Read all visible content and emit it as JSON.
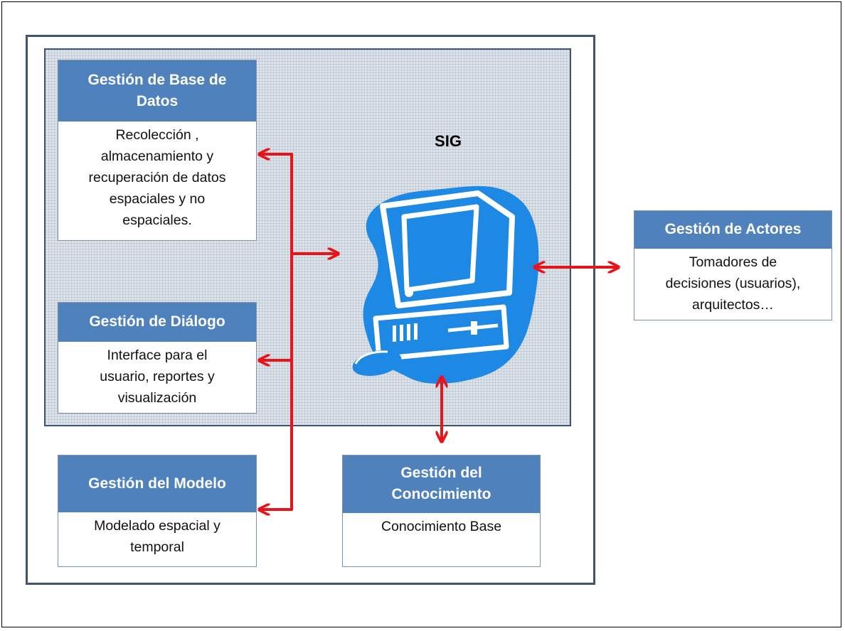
{
  "system": {
    "label": "SIG"
  },
  "components": {
    "database": {
      "title": "Gestión de Base de\nDatos",
      "description": "Recolección ,\nalmacenamiento y\nrecuperación de datos\nespaciales y no\nespaciales."
    },
    "dialog": {
      "title": "Gestión de  Diálogo",
      "description": "Interface para el\nusuario, reportes y\nvisualización"
    },
    "model": {
      "title": "Gestión del Modelo",
      "description": "Modelado espacial y\ntemporal"
    },
    "knowledge": {
      "title": "Gestión del\nConocimiento",
      "description": "Conocimiento Base"
    },
    "actors": {
      "title": "Gestión de  Actores",
      "description": "Tomadores de\ndecisiones (usuarios),\narquitectos…"
    }
  },
  "icons": {
    "computer": "computer-icon",
    "arrows": "arrow-icon"
  },
  "colors": {
    "header_fill": "#4f81bd",
    "sig_background": "#dce3ea",
    "computer_blue": "#1e88e5",
    "arrow_red": "#e8131b",
    "border": "#3e5470"
  }
}
